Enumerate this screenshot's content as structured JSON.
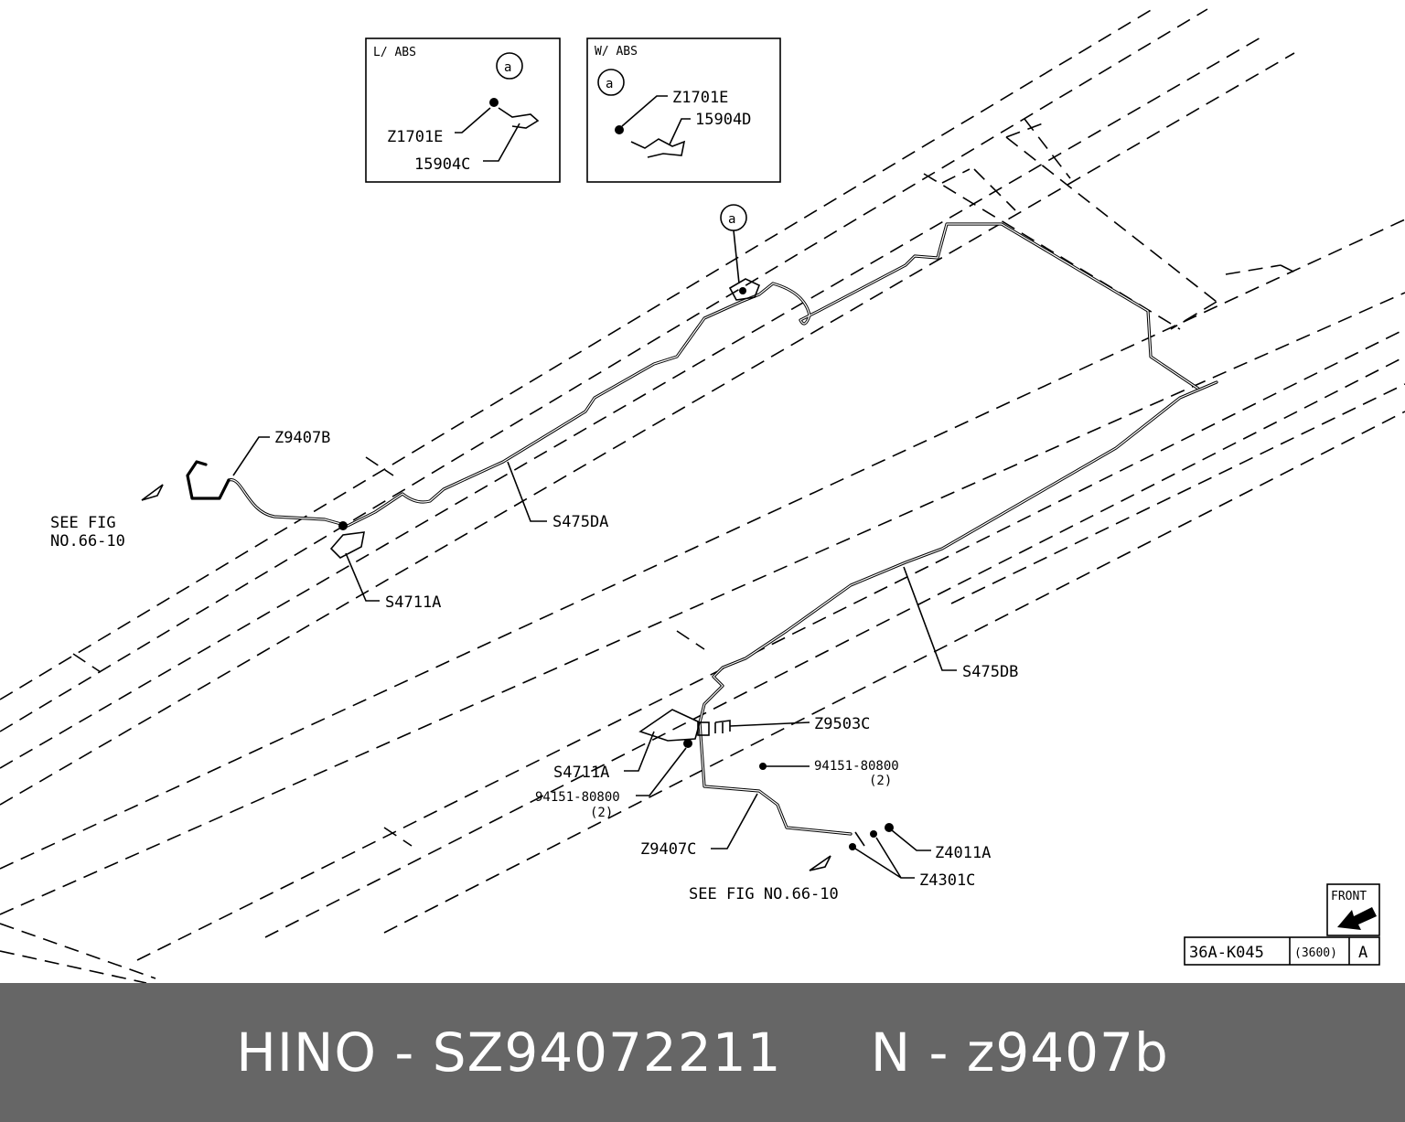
{
  "labels": {
    "inset_left_title": "L/ ABS",
    "inset_right_title": "W/ ABS",
    "callout_a": "a",
    "z1701e": "Z1701E",
    "p15904c": "15904C",
    "p15904d": "15904D",
    "z9407b": "Z9407B",
    "see_fig_1": "SEE FIG",
    "see_fig_2": "NO.66-10",
    "s475da": "S475DA",
    "s4711a": "S4711A",
    "s475db": "S475DB",
    "z9503c": "Z9503C",
    "bolt": "94151-80800",
    "bolt_qty": "(2)",
    "z9407c": "Z9407C",
    "z4011a": "Z4011A",
    "z4301c": "Z4301C",
    "see_fig_bottom": "SEE FIG NO.66-10",
    "front": "FRONT",
    "ref_code": "36A-K045",
    "ref_range": "(3600)",
    "ref_page": "A"
  },
  "footer": {
    "text": "HINO - SZ94072211     N - z9407b"
  }
}
